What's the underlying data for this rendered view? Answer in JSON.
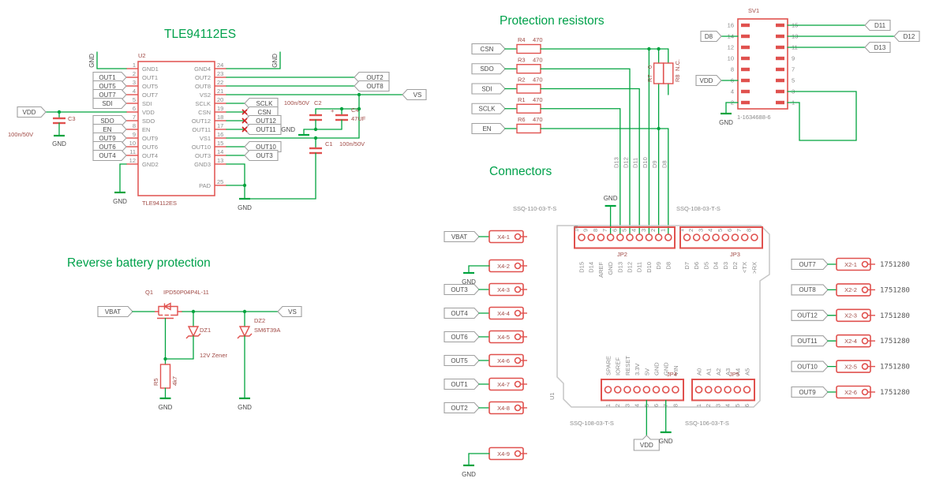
{
  "colors": {
    "net_green": "#00a33e",
    "title_green": "#00a14b",
    "component_red": "#e0514e",
    "refdes_red": "#a04a45",
    "pin_gray": "#8a8a8a",
    "flag_outline": "#9f9f9f",
    "board_gray": "#c6c6c6"
  },
  "labels": {
    "gnd": "GND",
    "vdd": "VDD"
  },
  "tle": {
    "title": "TLE94112ES",
    "refdes": "U2",
    "part_label": "TLE94112ES",
    "left_pins": [
      {
        "num": "1",
        "name": "GND1"
      },
      {
        "num": "2",
        "name": "OUT1"
      },
      {
        "num": "3",
        "name": "OUT5"
      },
      {
        "num": "4",
        "name": "OUT7"
      },
      {
        "num": "5",
        "name": "SDI"
      },
      {
        "num": "6",
        "name": "VDD"
      },
      {
        "num": "7",
        "name": "SDO"
      },
      {
        "num": "8",
        "name": "EN"
      },
      {
        "num": "9",
        "name": "OUT9"
      },
      {
        "num": "10",
        "name": "OUT6"
      },
      {
        "num": "11",
        "name": "OUT4"
      },
      {
        "num": "12",
        "name": "GND2"
      }
    ],
    "right_pins": [
      {
        "num": "24",
        "name": "GND4"
      },
      {
        "num": "23",
        "name": "OUT2"
      },
      {
        "num": "22",
        "name": "OUT8"
      },
      {
        "num": "21",
        "name": "VS2"
      },
      {
        "num": "20",
        "name": "SCLK"
      },
      {
        "num": "19",
        "name": "CSN"
      },
      {
        "num": "18",
        "name": "OUT12"
      },
      {
        "num": "17",
        "name": "OUT11"
      },
      {
        "num": "16",
        "name": "VS1"
      },
      {
        "num": "15",
        "name": "OUT10"
      },
      {
        "num": "14",
        "name": "OUT3"
      },
      {
        "num": "13",
        "name": "GND3"
      }
    ],
    "pad_pin": {
      "num": "25",
      "name": "PAD"
    },
    "flags_left": [
      "OUT1",
      "OUT5",
      "OUT7",
      "SDI",
      "SDO",
      "EN",
      "OUT9",
      "OUT6",
      "OUT4"
    ],
    "vdd_flag": "VDD",
    "flags_right": {
      "out2": "OUT2",
      "out8": "OUT8",
      "vs": "VS",
      "sclk": "SCLK",
      "csn": "CSN",
      "out12": "OUT12",
      "out11": "OUT11",
      "out10": "OUT10",
      "out3": "OUT3"
    },
    "caps": {
      "c3": {
        "name": "C3",
        "value": "100n/50V"
      },
      "c2": {
        "name": "C2",
        "value": "100n/50V"
      },
      "c4": {
        "name": "C4",
        "value": "47UF",
        "plus": "+"
      },
      "c1": {
        "name": "C1",
        "value": "100n/50V"
      }
    }
  },
  "reverse": {
    "title": "Reverse battery protection",
    "q1": {
      "refdes": "Q1",
      "part": "IPD50P04P4L-11"
    },
    "vbat_flag": "VBAT",
    "vs_flag": "VS",
    "dz1": {
      "refdes": "DZ1",
      "value": "12V Zener"
    },
    "dz2": {
      "refdes": "DZ2",
      "value": "SM6T39A"
    },
    "r5": {
      "refdes": "R5",
      "value": "4k7"
    }
  },
  "prot": {
    "title": "Protection resistors",
    "rows": [
      {
        "signal": "CSN",
        "r": "R4",
        "value": "470"
      },
      {
        "signal": "SDO",
        "r": "R3",
        "value": "470"
      },
      {
        "signal": "SDI",
        "r": "R2",
        "value": "470"
      },
      {
        "signal": "SCLK",
        "r": "R1",
        "value": "470"
      },
      {
        "signal": "EN",
        "r": "R6",
        "value": "470"
      }
    ],
    "r7": {
      "refdes": "R7",
      "value": "0"
    },
    "r8": {
      "refdes": "R8",
      "value": "N.C."
    },
    "net_labels": [
      "D13",
      "D12",
      "D11",
      "D10",
      "D9",
      "D8"
    ]
  },
  "sv1": {
    "refdes": "SV1",
    "part": "1-1634688-6",
    "rows": [
      {
        "left": "16",
        "right": "15"
      },
      {
        "left": "14",
        "right": "13"
      },
      {
        "left": "12",
        "right": "11"
      },
      {
        "left": "10",
        "right": "9"
      },
      {
        "left": "8",
        "right": "7"
      },
      {
        "left": "6",
        "right": "5"
      },
      {
        "left": "4",
        "right": "3"
      },
      {
        "left": "2",
        "right": "1"
      }
    ],
    "flags": {
      "d8": "D8",
      "d11": "D11",
      "d12": "D12",
      "d13": "D13",
      "vdd": "VDD",
      "gnd": "GND"
    }
  },
  "connectors": {
    "title": "Connectors",
    "u1": "U1",
    "jp2": {
      "refdes": "JP2",
      "part": "SSQ-110-03-T-S",
      "pins": [
        {
          "num": "10",
          "label": "D15"
        },
        {
          "num": "9",
          "label": "D14"
        },
        {
          "num": "8",
          "label": "AREF"
        },
        {
          "num": "7",
          "label": "GND"
        },
        {
          "num": "6",
          "label": "D13"
        },
        {
          "num": "5",
          "label": "D12"
        },
        {
          "num": "4",
          "label": "D11"
        },
        {
          "num": "3",
          "label": "D10"
        },
        {
          "num": "2",
          "label": "D9"
        },
        {
          "num": "1",
          "label": "D8"
        }
      ]
    },
    "jp3": {
      "refdes": "JP3",
      "part": "SSQ-108-03-T-S",
      "pins": [
        {
          "num": "1",
          "label": "D7"
        },
        {
          "num": "2",
          "label": "D6"
        },
        {
          "num": "3",
          "label": "D5"
        },
        {
          "num": "4",
          "label": "D4"
        },
        {
          "num": "5",
          "label": "D3"
        },
        {
          "num": "6",
          "label": "D2"
        },
        {
          "num": "7",
          "label": "<TX"
        },
        {
          "num": "8",
          "label": ">RX"
        }
      ]
    },
    "jp4": {
      "refdes": "JP4",
      "part": "SSQ-108-03-T-S",
      "pins": [
        {
          "num": "1",
          "label": "SPARE"
        },
        {
          "num": "2",
          "label": "IOREF"
        },
        {
          "num": "3",
          "label": "RESET"
        },
        {
          "num": "4",
          "label": "3.3V"
        },
        {
          "num": "5",
          "label": "5V"
        },
        {
          "num": "6",
          "label": "GND"
        },
        {
          "num": "7",
          "label": "GND"
        },
        {
          "num": "8",
          "label": "VIN"
        }
      ]
    },
    "jp5": {
      "refdes": "JP5",
      "part": "SSQ-106-03-T-S",
      "pins": [
        {
          "num": "1",
          "label": "A0"
        },
        {
          "num": "2",
          "label": "A1"
        },
        {
          "num": "3",
          "label": "A2"
        },
        {
          "num": "4",
          "label": "A3"
        },
        {
          "num": "5",
          "label": "A4"
        },
        {
          "num": "6",
          "label": "A5"
        }
      ]
    }
  },
  "x4": {
    "row1": {
      "flag": "VBAT",
      "pin": "X4-1"
    },
    "mid_rows": [
      {
        "flag": null,
        "pin": "X4-2"
      },
      {
        "flag": "OUT3",
        "pin": "X4-3"
      },
      {
        "flag": "OUT4",
        "pin": "X4-4"
      },
      {
        "flag": "OUT6",
        "pin": "X4-5"
      },
      {
        "flag": "OUT5",
        "pin": "X4-6"
      },
      {
        "flag": "OUT1",
        "pin": "X4-7"
      },
      {
        "flag": "OUT2",
        "pin": "X4-8"
      }
    ],
    "row9": {
      "pin": "X4-9"
    }
  },
  "x2": {
    "rows": [
      {
        "flag": "OUT7",
        "pin": "X2-1",
        "code": "1751280"
      },
      {
        "flag": "OUT8",
        "pin": "X2-2",
        "code": "1751280"
      },
      {
        "flag": "OUT12",
        "pin": "X2-3",
        "code": "1751280"
      },
      {
        "flag": "OUT11",
        "pin": "X2-4",
        "code": "1751280"
      },
      {
        "flag": "OUT10",
        "pin": "X2-5",
        "code": "1751280"
      },
      {
        "flag": "OUT9",
        "pin": "X2-6",
        "code": "1751280"
      }
    ]
  }
}
